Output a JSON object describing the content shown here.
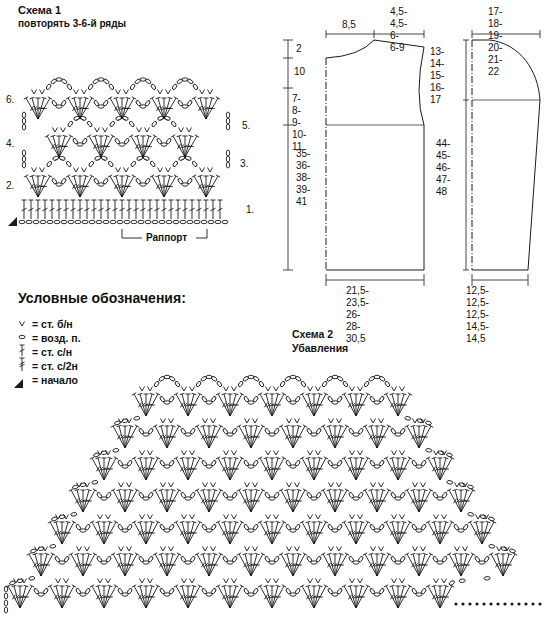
{
  "diagram": {
    "labels": [
      "Схема 1",
      "повторять 3-6-й ряды",
      "6.",
      "5.",
      "4.",
      "3.",
      "2.",
      "1.",
      "Раппорт",
      "8,5",
      "4,5-4,5- 6-6-9",
      "17-18-19- 20-21-22",
      "2",
      "10",
      "7-8-9- 10-11",
      "13-14- 15-16- 17",
      "35- 36- 38- 39- 41",
      "44- 45- 46- 47- 48",
      "21,5-23,5-26- 28-30,5",
      "12,5-12,5-12,5- 14,5-14,5",
      "Условные обозначения:",
      "Схема 2",
      "Убавления"
    ],
    "legend": [
      {
        "text": "= ст. б/н"
      },
      {
        "text": "= возд. п."
      },
      {
        "text": "= ст. с/н"
      },
      {
        "text": "= ст. с/2н"
      },
      {
        "text": "= начало"
      }
    ]
  }
}
